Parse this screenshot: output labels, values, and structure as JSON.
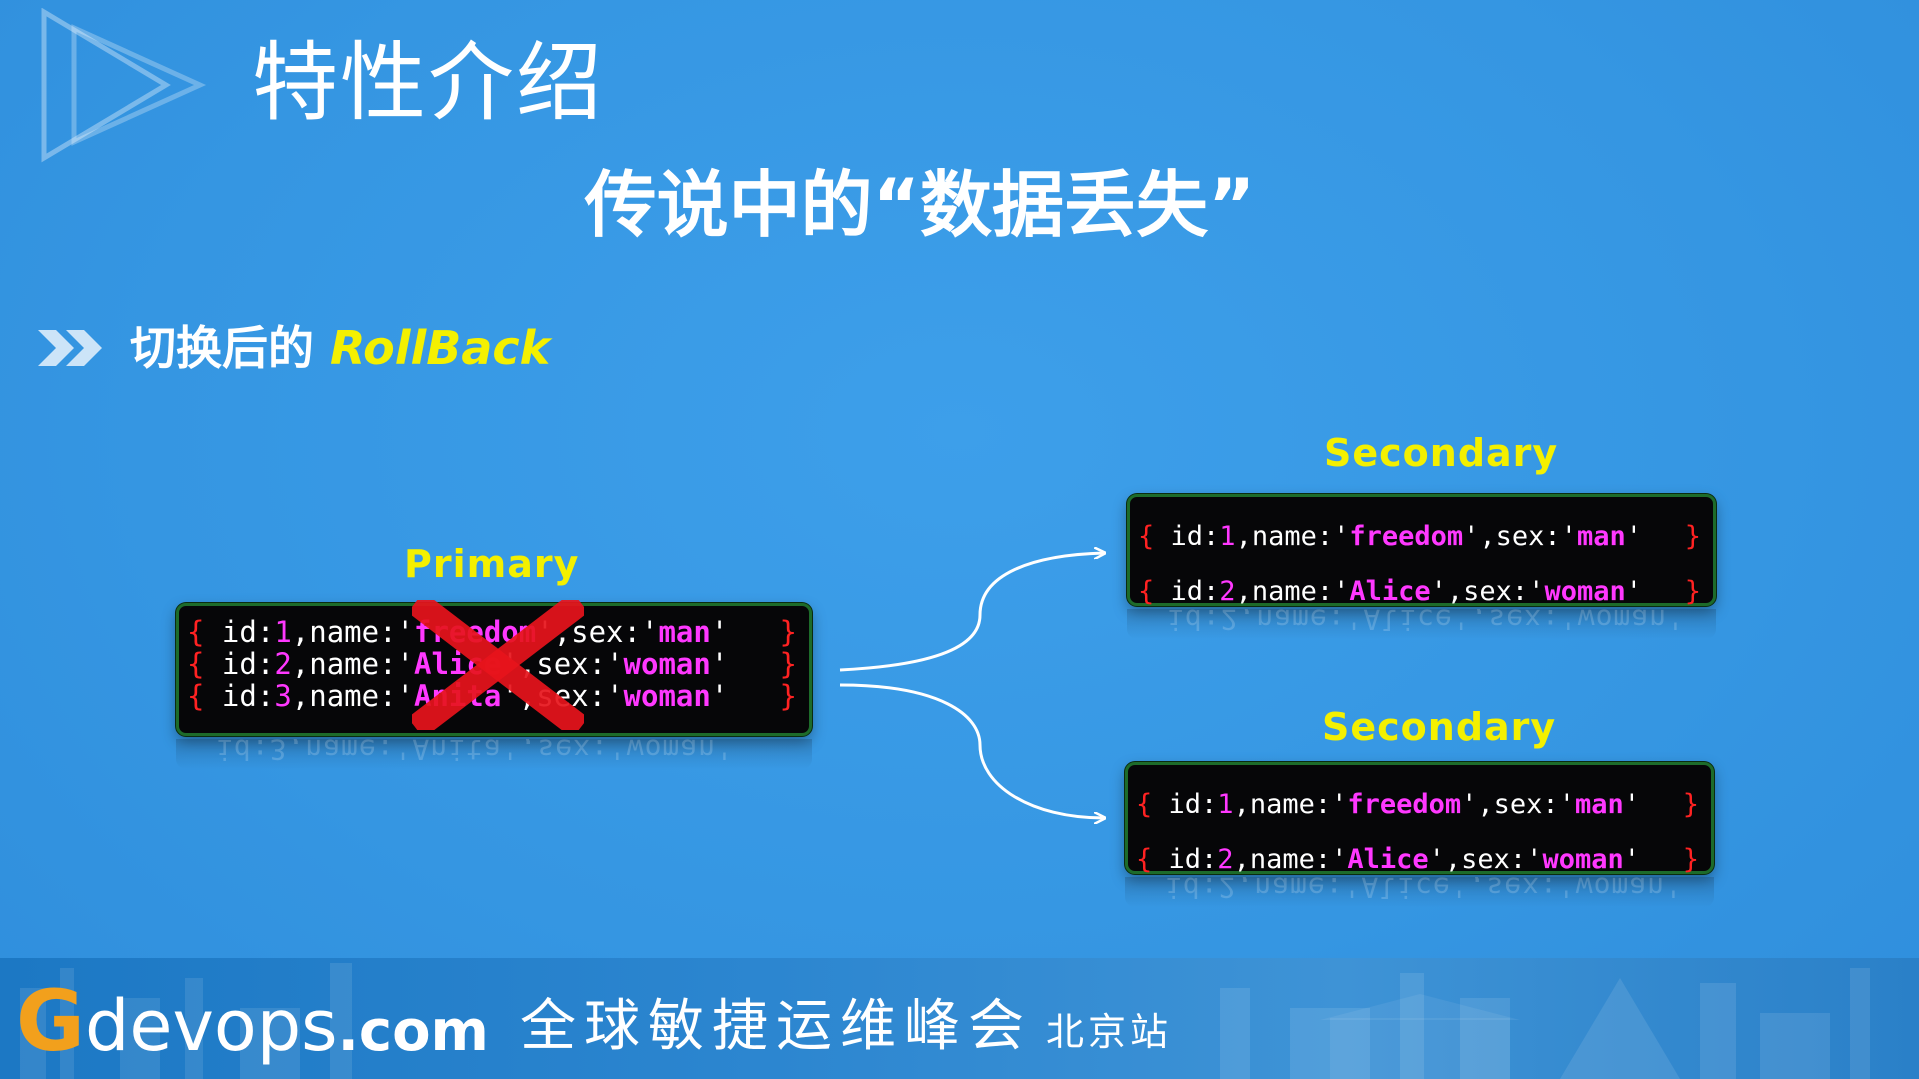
{
  "slide": {
    "title": "特性介绍",
    "subtitle": "传说中的“数据丢失”",
    "bullet": {
      "prefix": "切换后的 ",
      "highlight": "RollBack"
    }
  },
  "diagram": {
    "primary": {
      "label": "Primary",
      "records": [
        {
          "open": "{",
          "p1": " id:",
          "id": "1",
          "p2": ",name:'",
          "name": "freedom",
          "p3": "',sex:'",
          "sex": "man",
          "p4": "'",
          "close": "}"
        },
        {
          "open": "{",
          "p1": " id:",
          "id": "2",
          "p2": ",name:'",
          "name": "Alice",
          "p3": "',sex:'",
          "sex": "woman",
          "p4": "'",
          "close": "}"
        },
        {
          "open": "{",
          "p1": " id:",
          "id": "3",
          "p2": ",name:'",
          "name": "Anita",
          "p3": "',sex:'",
          "sex": "woman",
          "p4": "'",
          "close": "}"
        }
      ],
      "crossed_out": true
    },
    "secondaries": [
      {
        "label": "Secondary",
        "records": [
          {
            "open": "{",
            "p1": " id:",
            "id": "1",
            "p2": ",name:'",
            "name": "freedom",
            "p3": "',sex:'",
            "sex": "man",
            "p4": "'",
            "close": "}"
          },
          {
            "open": "{",
            "p1": " id:",
            "id": "2",
            "p2": ",name:'",
            "name": "Alice",
            "p3": "',sex:'",
            "sex": "woman",
            "p4": "'",
            "close": "}"
          }
        ]
      },
      {
        "label": "Secondary",
        "records": [
          {
            "open": "{",
            "p1": " id:",
            "id": "1",
            "p2": ",name:'",
            "name": "freedom",
            "p3": "',sex:'",
            "sex": "man",
            "p4": "'",
            "close": "}"
          },
          {
            "open": "{",
            "p1": " id:",
            "id": "2",
            "p2": ",name:'",
            "name": "Alice",
            "p3": "',sex:'",
            "sex": "woman",
            "p4": "'",
            "close": "}"
          }
        ]
      }
    ]
  },
  "footer": {
    "brand_g": "G",
    "brand_rest": "devops",
    "brand_domain": ".com",
    "event": "全球敏捷运维峰会",
    "site": "北京站"
  },
  "colors": {
    "background": "#3596e2",
    "accent_yellow": "#f4f000",
    "code_value": "#ff38ff",
    "code_brace": "#ff2222",
    "cross": "#e8141c",
    "brand_orange": "#f2a01c"
  }
}
